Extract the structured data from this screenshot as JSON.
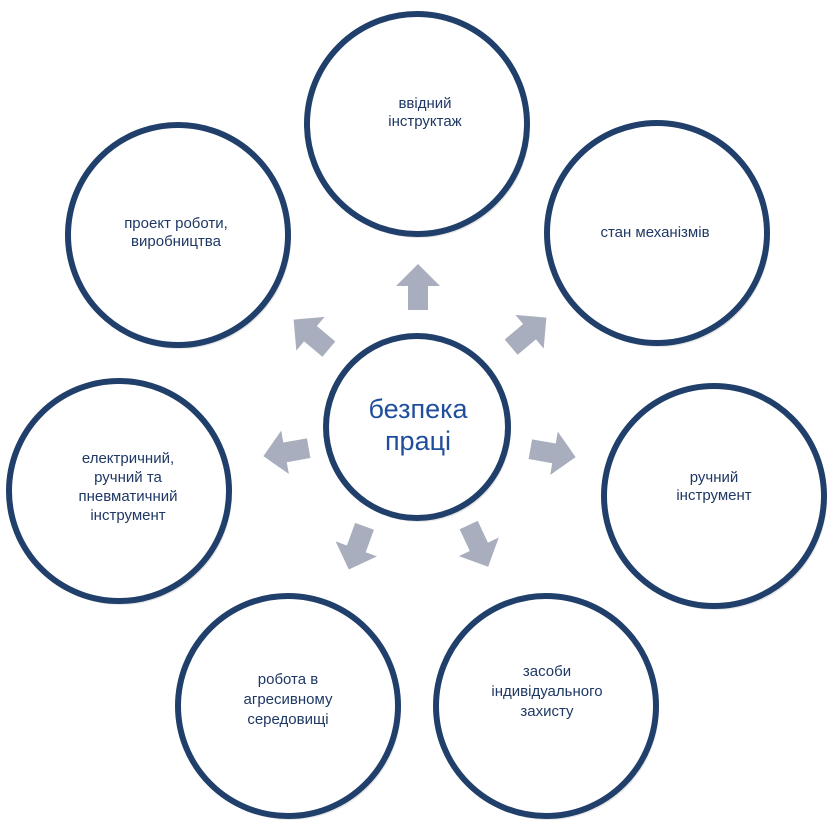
{
  "center": {
    "lines": [
      "безпека",
      "праці"
    ]
  },
  "nodes": [
    {
      "id": "top",
      "lines": [
        "ввідний",
        "інструктаж"
      ]
    },
    {
      "id": "upper-right",
      "lines": [
        "стан механізмів"
      ]
    },
    {
      "id": "right",
      "lines": [
        "ручний",
        "інструмент"
      ]
    },
    {
      "id": "lower-right",
      "lines": [
        "засоби",
        "індивідуального",
        "захисту"
      ]
    },
    {
      "id": "lower-left",
      "lines": [
        "робота в",
        "агресивному",
        "середовищі"
      ]
    },
    {
      "id": "left",
      "lines": [
        "електричний,",
        "ручний та",
        "пневматичний",
        "інструмент"
      ]
    },
    {
      "id": "upper-left",
      "lines": [
        "проект роботи,",
        "виробництва"
      ]
    }
  ],
  "colors": {
    "circle_border": "#203f6b",
    "arrow": "#a8aebd",
    "center_text": "#1f4e9c",
    "node_text": "#1f3864"
  }
}
